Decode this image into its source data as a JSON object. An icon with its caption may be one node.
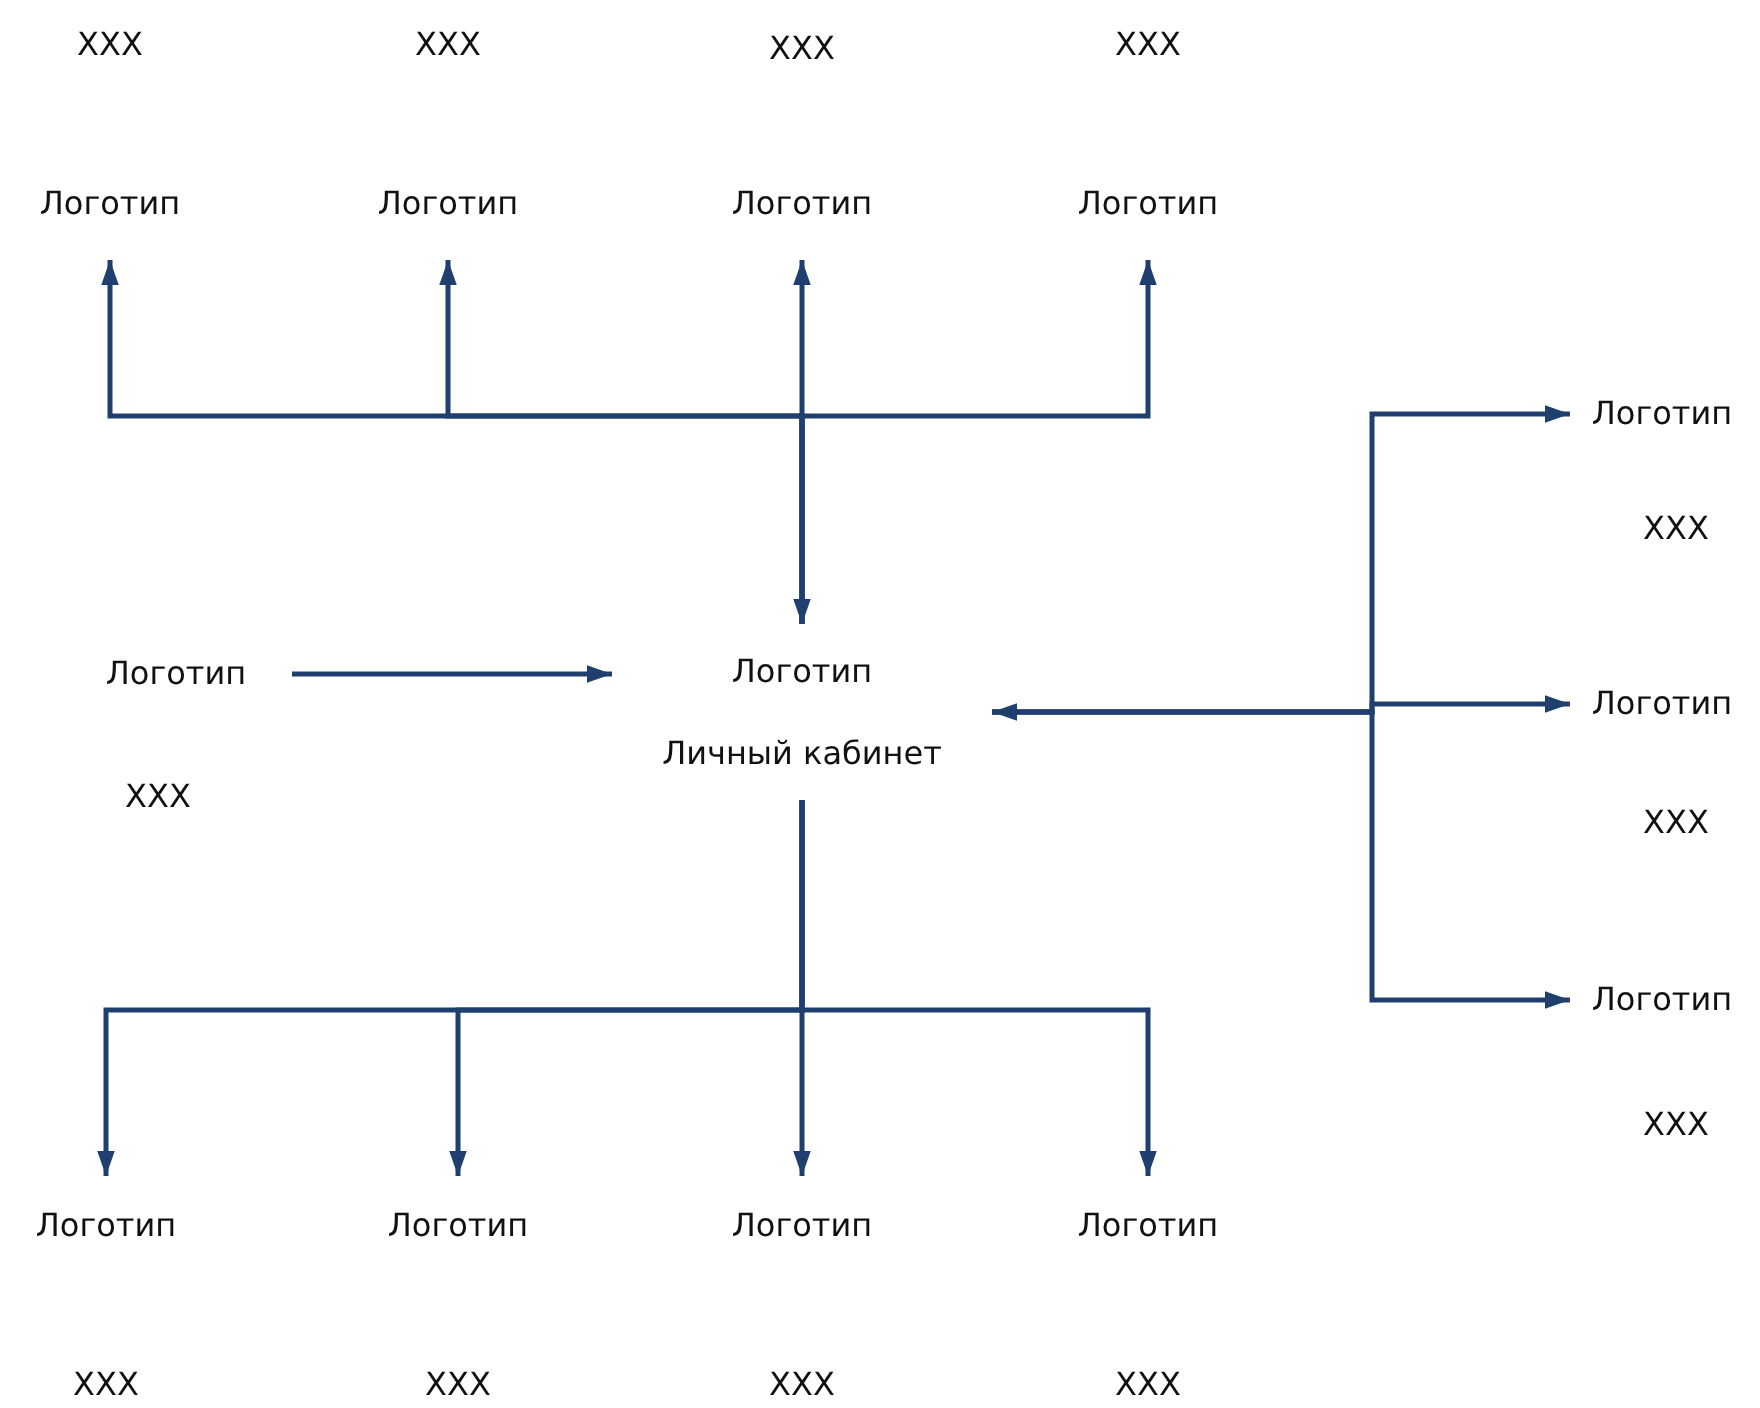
{
  "diagram": {
    "nodes": [
      {
        "text": [
          "Логотип"
        ]
      },
      {
        "text": [
          "Логотип"
        ]
      },
      {
        "text": [
          "Логотип"
        ]
      },
      {
        "text": [
          "Логотип"
        ]
      },
      {
        "text": [
          "Логотип"
        ],
        "beside": [
          "XXX"
        ]
      },
      {
        "text": [
          "Логотип"
        ],
        "beside": [
          "XXX"
        ]
      },
      {
        "text": [
          "Логотип",
          "Личный кабинет"
        ]
      },
      {
        "text": [
          "Логотип"
        ],
        "beside": [
          "XXX"
        ]
      },
      {
        "text": [
          "Логотип"
        ],
        "beside": [
          "XXX"
        ]
      },
      {
        "text": [
          "Логотип"
        ]
      },
      {
        "text": [
          "Логотип"
        ]
      },
      {
        "text": [
          "Логотип"
        ]
      },
      {
        "text": [
          "Логотип"
        ]
      }
    ],
    "edges": [
      {
        "from": 6,
        "to": 0,
        "arrow": "to"
      },
      {
        "from": 6,
        "to": 1,
        "arrow": "to"
      },
      {
        "from": 6,
        "to": 2,
        "arrow": "both"
      },
      {
        "from": 6,
        "to": 3,
        "arrow": "to"
      },
      {
        "from": 6,
        "to": 4,
        "arrow": "to"
      },
      {
        "from": 5,
        "to": 6,
        "arrow": "to"
      },
      {
        "from": 6,
        "to": 7,
        "arrow": "both"
      },
      {
        "from": 6,
        "to": 8,
        "arrow": "to"
      },
      {
        "from": 6,
        "to": 9,
        "arrow": "to"
      },
      {
        "from": 6,
        "to": 10,
        "arrow": "to"
      },
      {
        "from": 6,
        "to": 11,
        "arrow": "to"
      },
      {
        "from": 6,
        "to": 12,
        "arrow": "to"
      }
    ],
    "labels": [
      "XXX",
      "XXX",
      "XXX",
      "XXX",
      "XXX",
      "XXX",
      "XXX",
      "XXX"
    ]
  }
}
